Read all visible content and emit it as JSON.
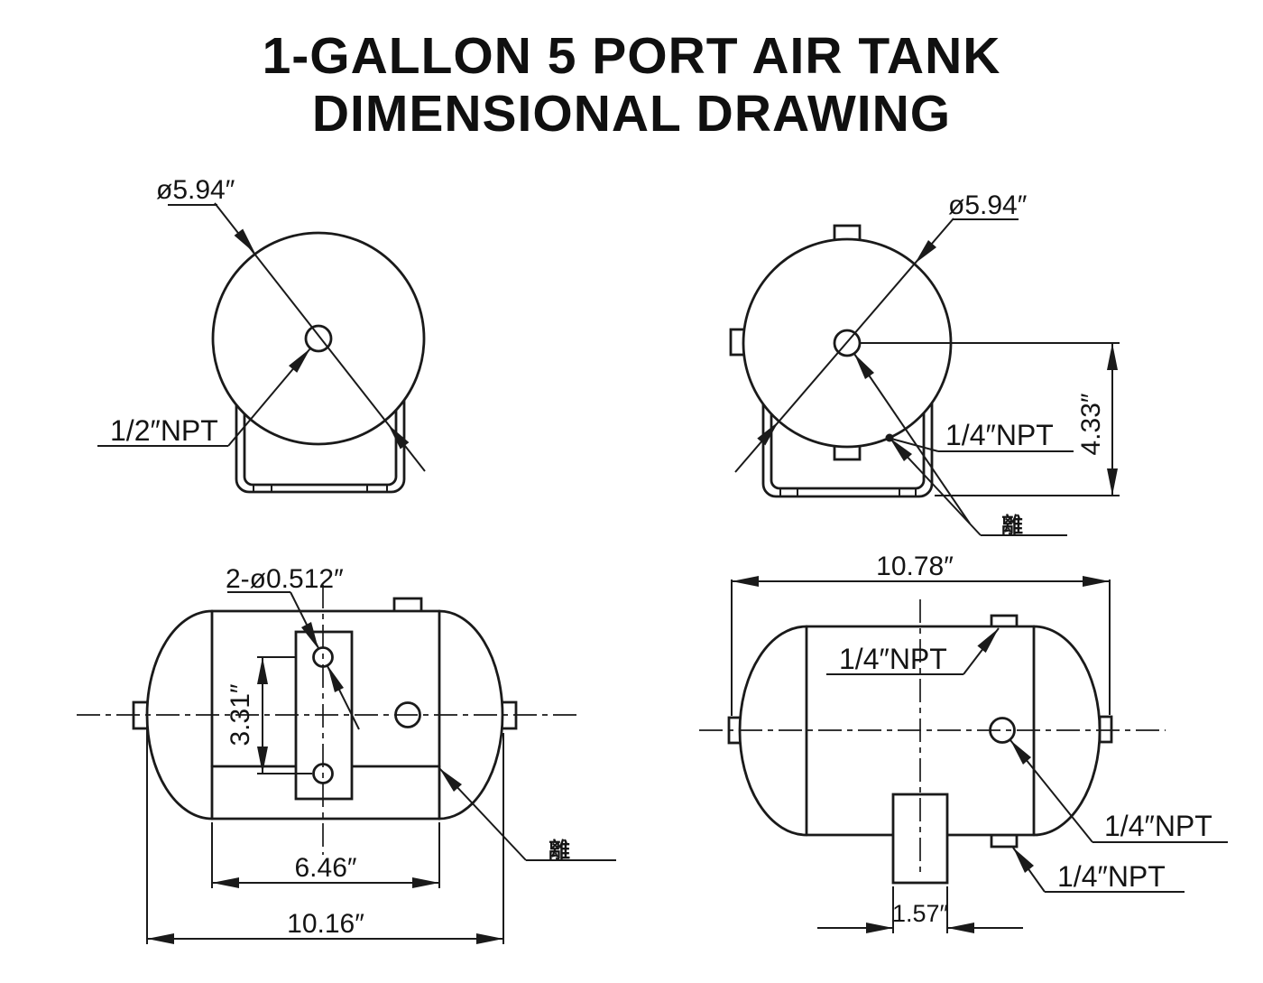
{
  "colors": {
    "ink": "#1a1a1a",
    "background": "#ffffff"
  },
  "title": {
    "line1": "1-GALLON 5 PORT AIR TANK",
    "line2": "DIMENSIONAL DRAWING"
  },
  "views": {
    "front_end_view": {
      "diameter_label": "ø5.94″",
      "center_port_label": "1/2″NPT"
    },
    "rear_end_view": {
      "diameter_label": "ø5.94″",
      "port_label": "1/4″NPT",
      "height_label": "4.33″",
      "annotation_glyph": "離"
    },
    "top_view": {
      "holes_label": "2-ø0.512″",
      "hole_spacing_label": "3.31″",
      "bracket_width_label": "6.46″",
      "overall_length_label": "10.16″",
      "annotation_glyph": "離"
    },
    "side_view": {
      "overall_length_label": "10.78″",
      "top_port_label": "1/4″NPT",
      "side_port_label": "1/4″NPT",
      "bottom_port_label": "1/4″NPT",
      "drain_width_label": "1.57″"
    }
  }
}
